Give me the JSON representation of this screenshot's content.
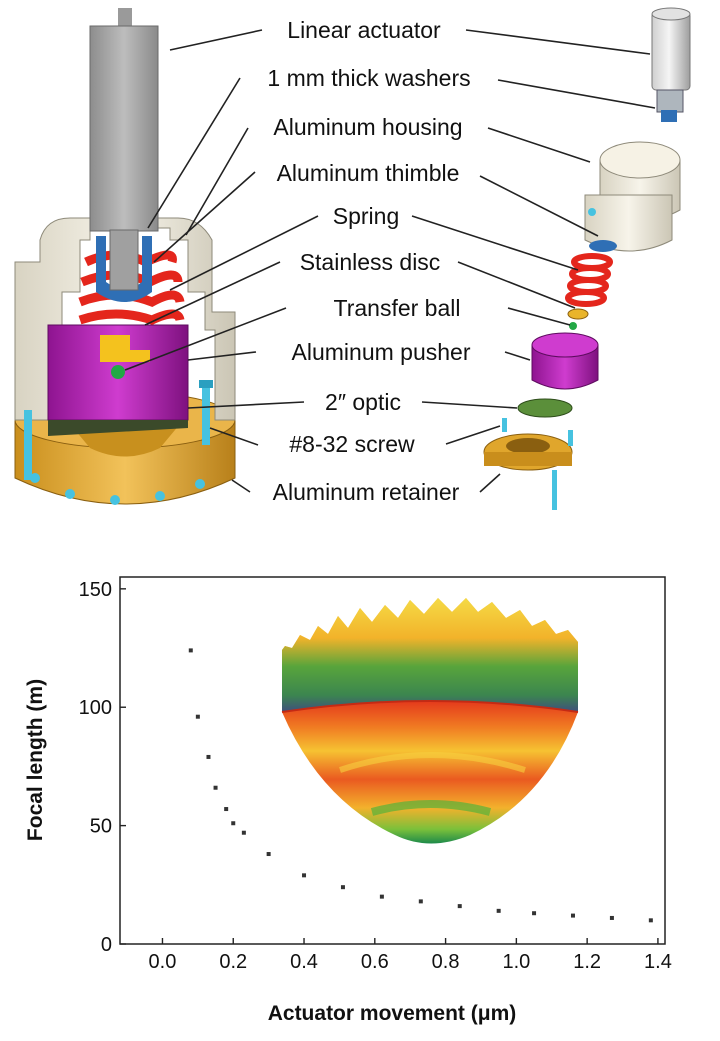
{
  "labels": {
    "linear_actuator": "Linear actuator",
    "washers": "1 mm thick washers",
    "housing": "Aluminum housing",
    "thimble": "Aluminum thimble",
    "spring": "Spring",
    "disc": "Stainless disc",
    "ball": "Transfer ball",
    "pusher": "Aluminum pusher",
    "optic": "2″ optic",
    "screw": "#8-32 screw",
    "retainer": "Aluminum retainer"
  },
  "colors": {
    "actuator": "#a7a7a7",
    "housing": "#eeeadb",
    "spring": "#e4261c",
    "pusher": "#b51fb4",
    "retainer": "#e0a62c",
    "thimble": "#2f6fb5",
    "screw": "#46c2e0",
    "optic": "#5b8f3a",
    "ball": "#22a845"
  },
  "chart_data": {
    "type": "scatter",
    "xlabel": "Actuator movement (μm)",
    "ylabel": "Focal length (m)",
    "xlim": [
      -0.12,
      1.42
    ],
    "ylim": [
      0,
      155
    ],
    "xticks": [
      "0.0",
      "0.2",
      "0.4",
      "0.6",
      "0.8",
      "1.0",
      "1.2",
      "1.4"
    ],
    "yticks": [
      "0",
      "50",
      "100",
      "150"
    ],
    "x": [
      0.08,
      0.1,
      0.13,
      0.15,
      0.18,
      0.2,
      0.23,
      0.3,
      0.4,
      0.51,
      0.62,
      0.73,
      0.84,
      0.95,
      1.05,
      1.16,
      1.27,
      1.38
    ],
    "y": [
      124,
      96,
      79,
      66,
      57,
      51,
      47,
      38,
      29,
      24,
      20,
      18,
      16,
      14,
      13,
      12,
      11,
      10
    ],
    "grid": false,
    "inset": "3D mirror surface deformation map"
  }
}
